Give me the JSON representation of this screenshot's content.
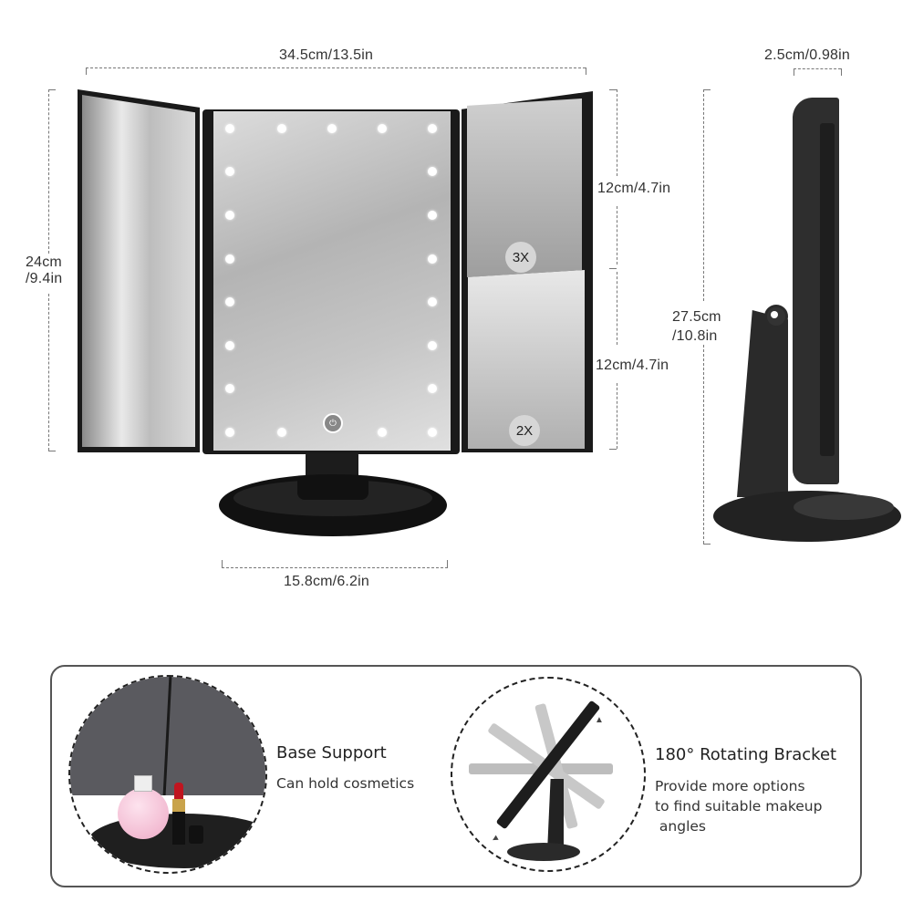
{
  "product": "Tri-fold LED makeup mirror",
  "dimensions": {
    "total_width": "34.5cm/13.5in",
    "height_panel": {
      "line1": "24cm",
      "line2": "/9.4in"
    },
    "upper_right_panel": "12cm/4.7in",
    "lower_right_panel": "12cm/4.7in",
    "base_width": "15.8cm/6.2in",
    "depth": "2.5cm/0.98in",
    "total_height": {
      "line1": "27.5cm",
      "line2": "/10.8in"
    }
  },
  "mirror": {
    "magnification_upper": "3X",
    "magnification_lower": "2X",
    "led_count": 22,
    "power_button_icon": "power-icon"
  },
  "features": [
    {
      "title": "Base Support",
      "description": "Can hold cosmetics",
      "image": "base-with-perfume-and-lipstick"
    },
    {
      "title": "180° Rotating Bracket",
      "description": "Provide more options\nto find suitable makeup\n angles",
      "image": "rotating-mirror-illustration"
    }
  ],
  "colors": {
    "frame": "#1a1a1a",
    "dimension_line": "#777777",
    "panel_border": "#555555",
    "text": "#333333"
  }
}
